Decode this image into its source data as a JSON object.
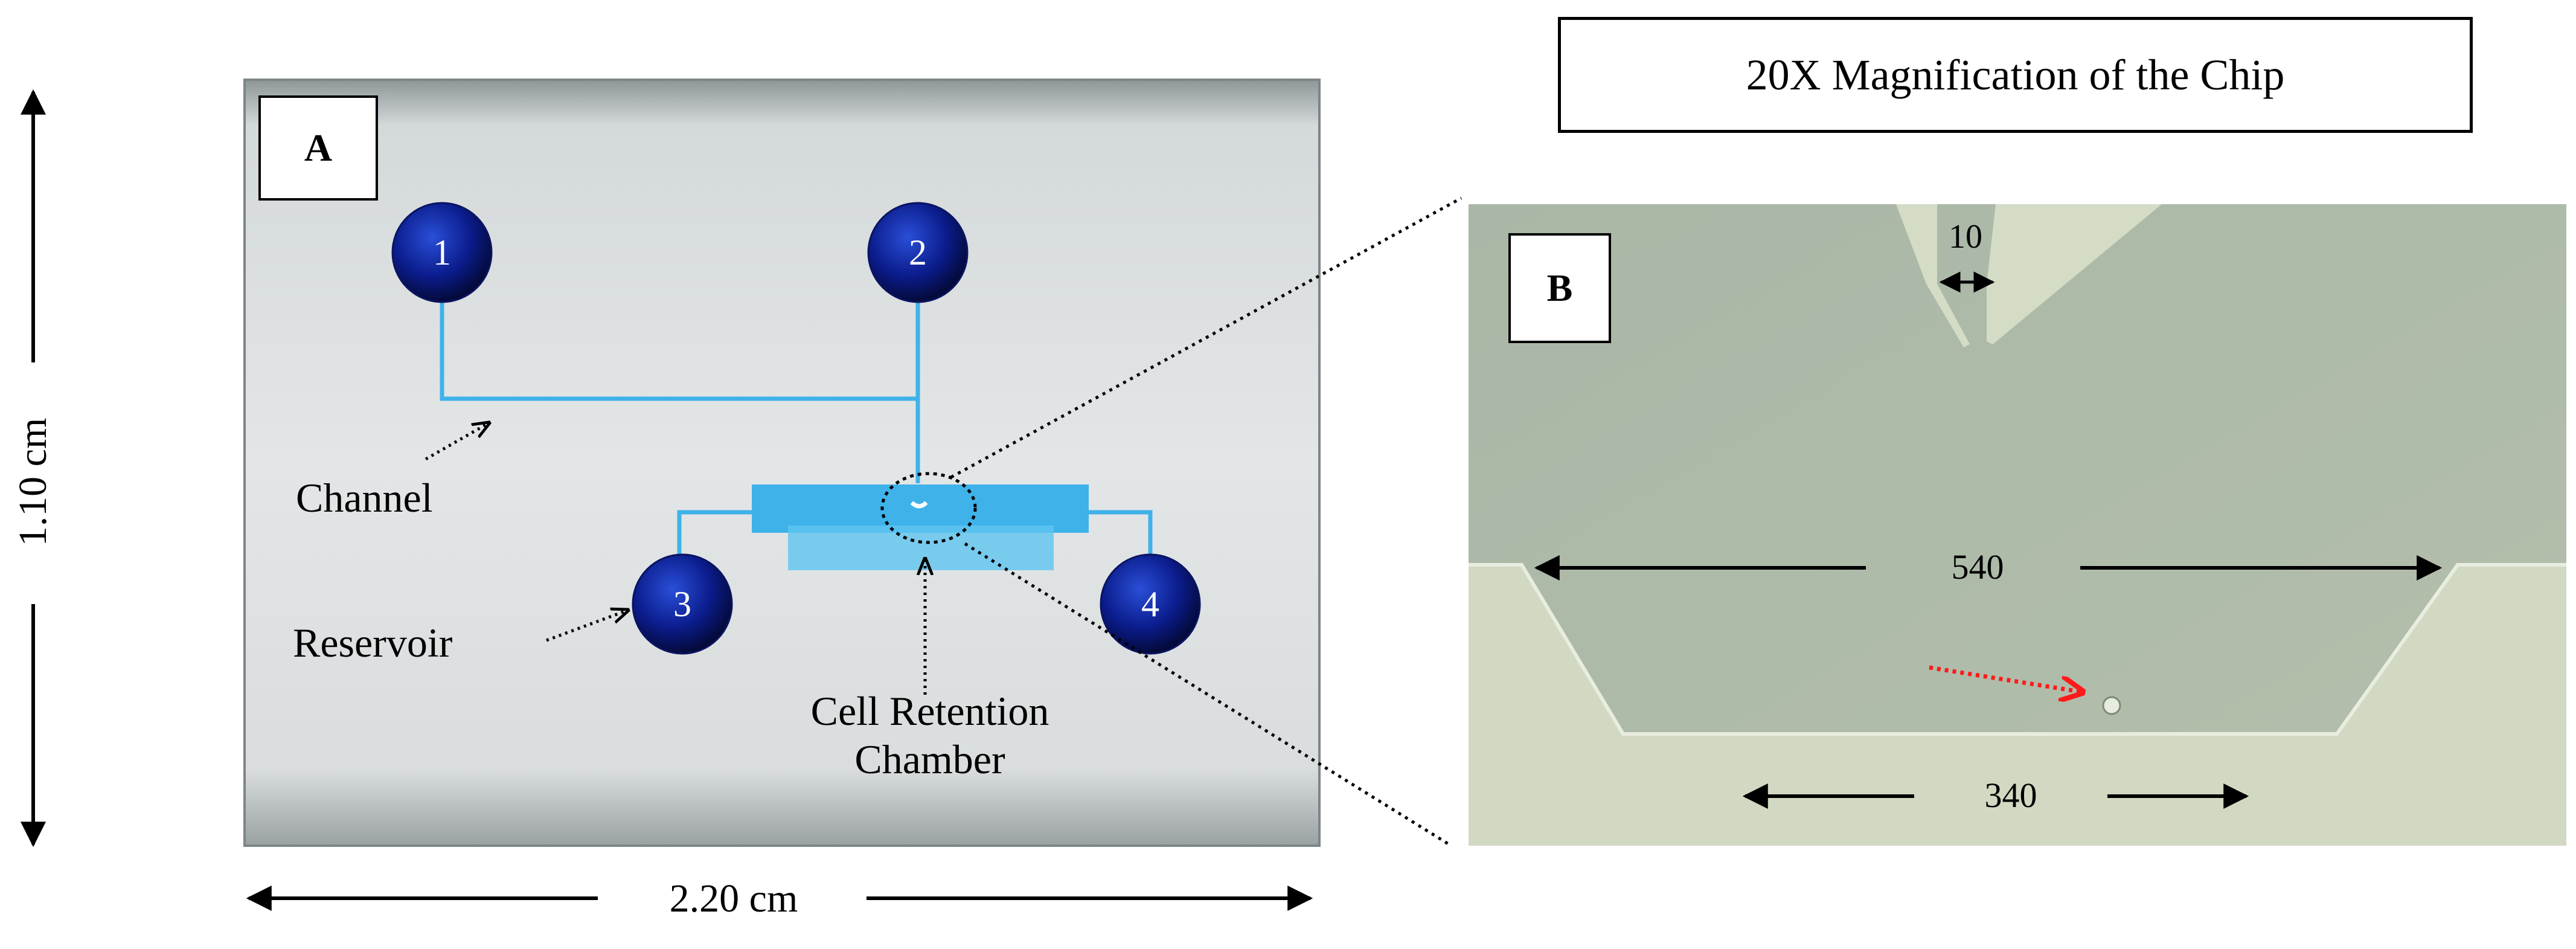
{
  "panel_a": {
    "label": "A",
    "reservoirs": [
      "1",
      "2",
      "3",
      "4"
    ],
    "annotations": {
      "channel": "Channel",
      "reservoir": "Reservoir",
      "chamber_line1": "Cell Retention",
      "chamber_line2": "Chamber"
    },
    "height_dimension": "1.10 cm",
    "width_dimension": "2.20 cm"
  },
  "panel_b": {
    "label": "B",
    "title": "20X Magnification of the Chip",
    "dimensions": {
      "inlet_width": "10",
      "chamber_top_width": "540",
      "chamber_bottom_width": "340"
    }
  },
  "colors": {
    "reservoir_blue": "#0b1c8c",
    "fluid_cyan": "#3fb2ea",
    "chip_surface": "#dfe3e4",
    "microscope_field": "#b9c4ae",
    "red_arrow": "#ff1a1a"
  }
}
